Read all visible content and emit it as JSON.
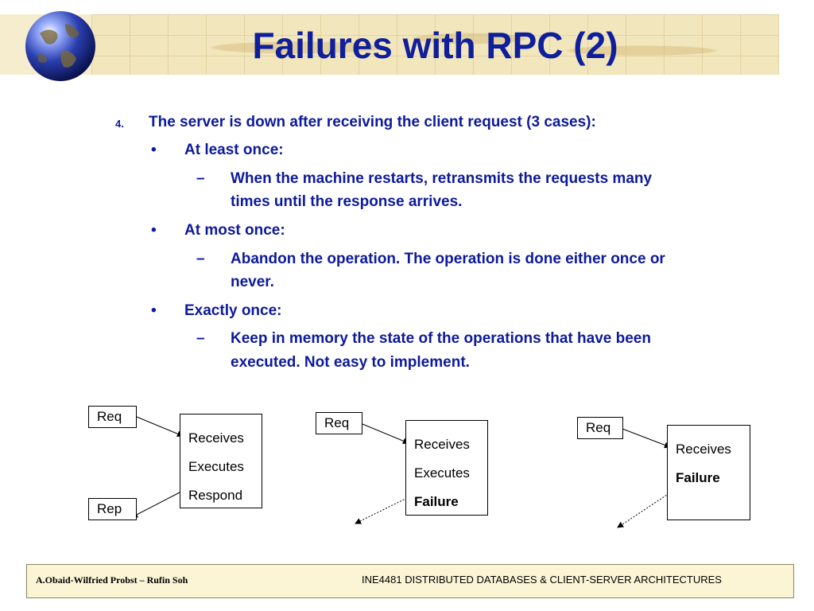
{
  "slide": {
    "title": "Failures with RPC (2)"
  },
  "content": {
    "item_number": "4.",
    "item_text": "The server is down after receiving the client request (3 cases):",
    "bullet_marker": "•",
    "dash_marker": "–",
    "cases": [
      {
        "label": "At least once:",
        "detail_line1": "When the machine restarts, retransmits the requests many",
        "detail_line2": "times until the response arrives."
      },
      {
        "label": "At most once:",
        "detail_line1": "Abandon the operation. The operation is done either once or",
        "detail_line2": "never."
      },
      {
        "label": "Exactly once:",
        "detail_line1": "Keep in memory the state of the operations that have been",
        "detail_line2": "executed. Not easy to implement."
      }
    ]
  },
  "diagrams": [
    {
      "req_label": "Req",
      "rep_label": "Rep",
      "server_steps": [
        "Receives",
        "Executes",
        "Respond"
      ]
    },
    {
      "req_label": "Req",
      "server_steps": [
        "Receives",
        "Executes",
        "Failure"
      ]
    },
    {
      "req_label": "Req",
      "server_steps": [
        "Receives",
        "Failure"
      ]
    }
  ],
  "footer": {
    "authors": "A.Obaid-Wilfried Probst – Rufin Soh",
    "course": "INE4481 DISTRIBUTED DATABASES & CLIENT-SERVER ARCHITECTURES"
  }
}
